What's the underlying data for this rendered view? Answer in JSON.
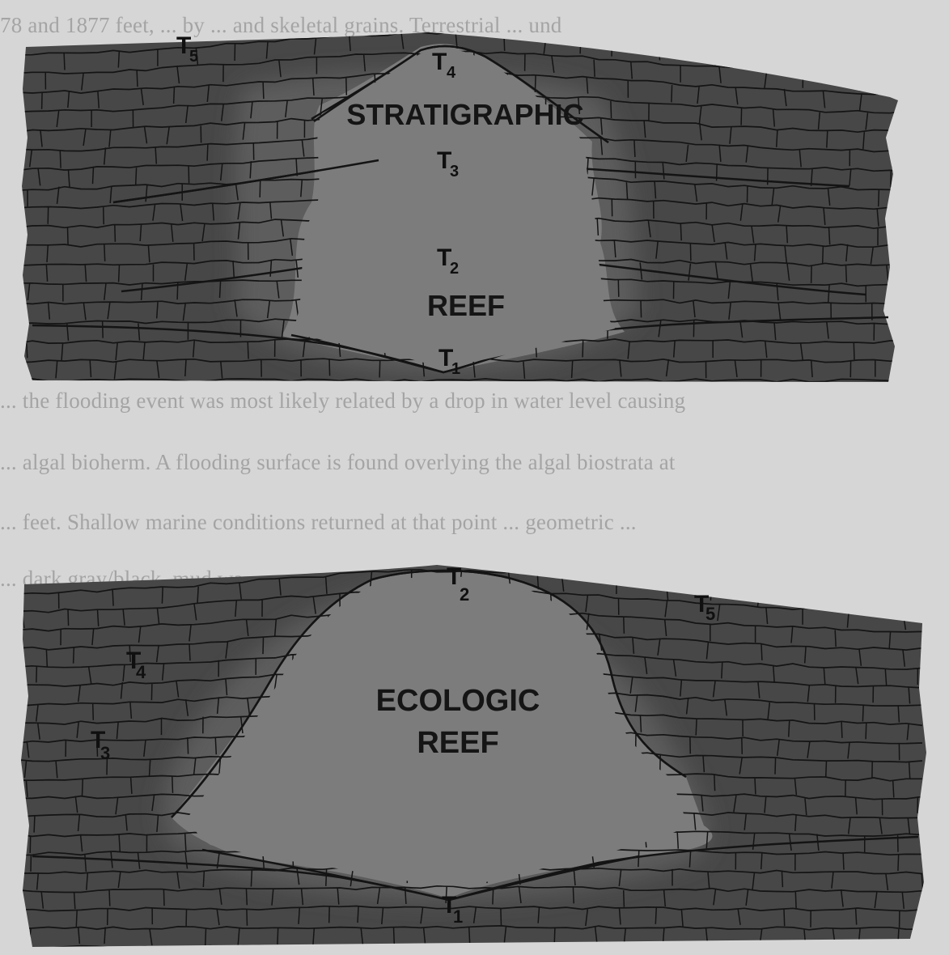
{
  "background_text": [
    "78 and 1877 feet, ... by ... and skeletal grains. Terrestrial ... und",
    "... the flooding event was most likely related by a drop in water level causing",
    "... algal bioherm. A flooding surface is found overlying the algal biostrata at",
    "... feet. Shallow marine conditions returned at that point ... geometric ...",
    "... dark gray/black, mud wa"
  ],
  "colors": {
    "paper": "#d6d6d6",
    "strata": "#474747",
    "halo": "#5d5d5d",
    "reef": "#7c7c7c",
    "line": "#141414"
  },
  "panels": {
    "stratigraphic": {
      "title_line1": "STRATIGRAPHIC",
      "title_line2": "REEF",
      "horizons": {
        "t1": {
          "letter": "T",
          "sub": "1"
        },
        "t2": {
          "letter": "T",
          "sub": "2"
        },
        "t3": {
          "letter": "T",
          "sub": "3"
        },
        "t4": {
          "letter": "T",
          "sub": "4"
        },
        "t5": {
          "letter": "T",
          "sub": "5"
        }
      }
    },
    "ecologic": {
      "title_line1": "ECOLOGIC",
      "title_line2": "REEF",
      "horizons": {
        "t1": {
          "letter": "T",
          "sub": "1"
        },
        "t2": {
          "letter": "T",
          "sub": "2"
        },
        "t3": {
          "letter": "T",
          "sub": "3"
        },
        "t4": {
          "letter": "T",
          "sub": "4"
        },
        "t5": {
          "letter": "T",
          "sub": "5"
        }
      }
    }
  }
}
